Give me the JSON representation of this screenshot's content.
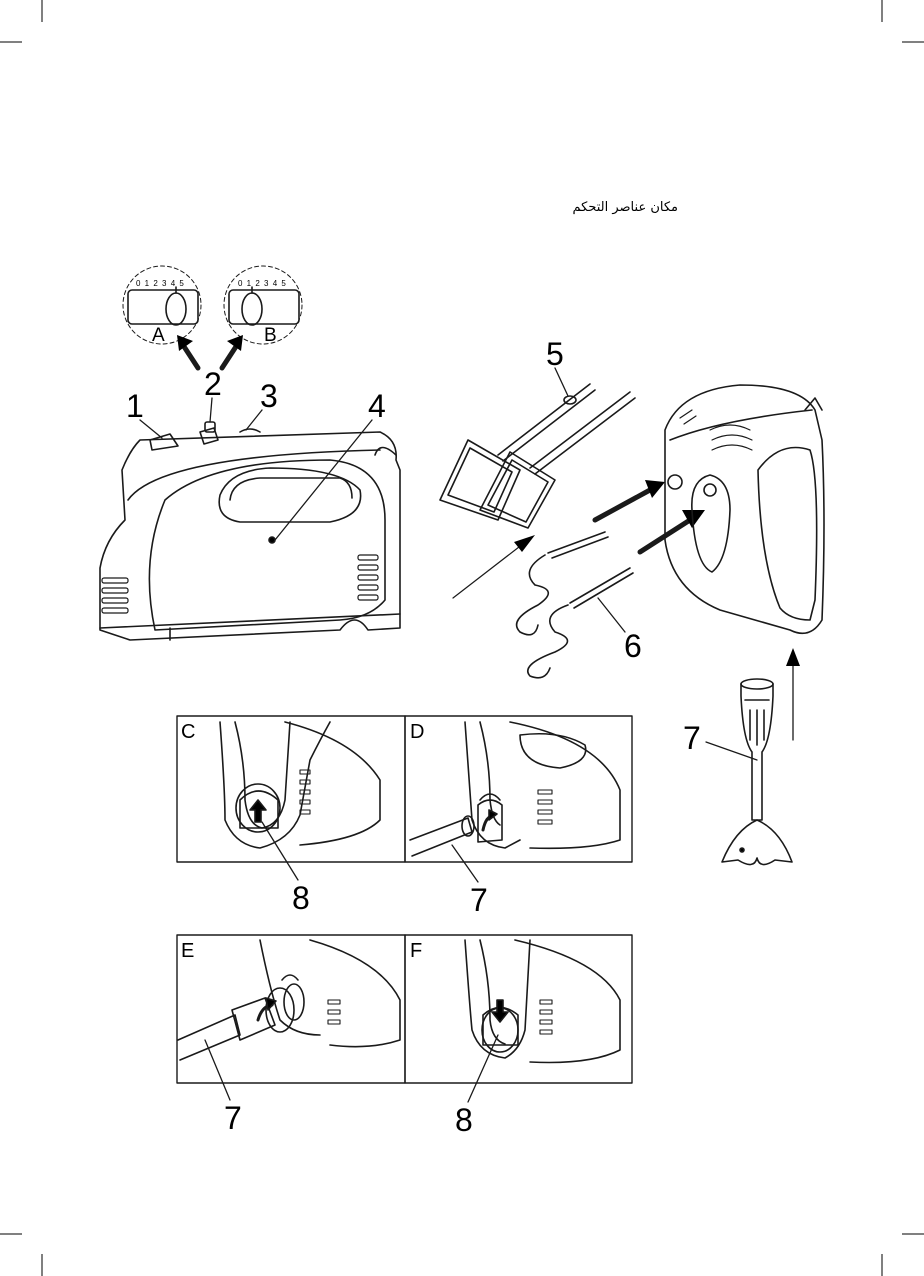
{
  "heading": "مكان عناصر التحكم",
  "dials": [
    {
      "letter": "A",
      "scale": "0 1 2 3 4 5",
      "position": "5"
    },
    {
      "letter": "B",
      "scale": "0 1 2 3 4 5",
      "position": "0"
    }
  ],
  "callouts": {
    "c1": "1",
    "c2": "2",
    "c3": "3",
    "c4": "4",
    "c5": "5",
    "c6": "6",
    "c7": "7",
    "panelC_num": "8",
    "panelD_num": "7",
    "panelE_num": "7",
    "panelF_num": "8"
  },
  "panels": {
    "c": "C",
    "d": "D",
    "e": "E",
    "f": "F"
  },
  "colors": {
    "line": "#1a1a1a",
    "background": "#ffffff"
  }
}
